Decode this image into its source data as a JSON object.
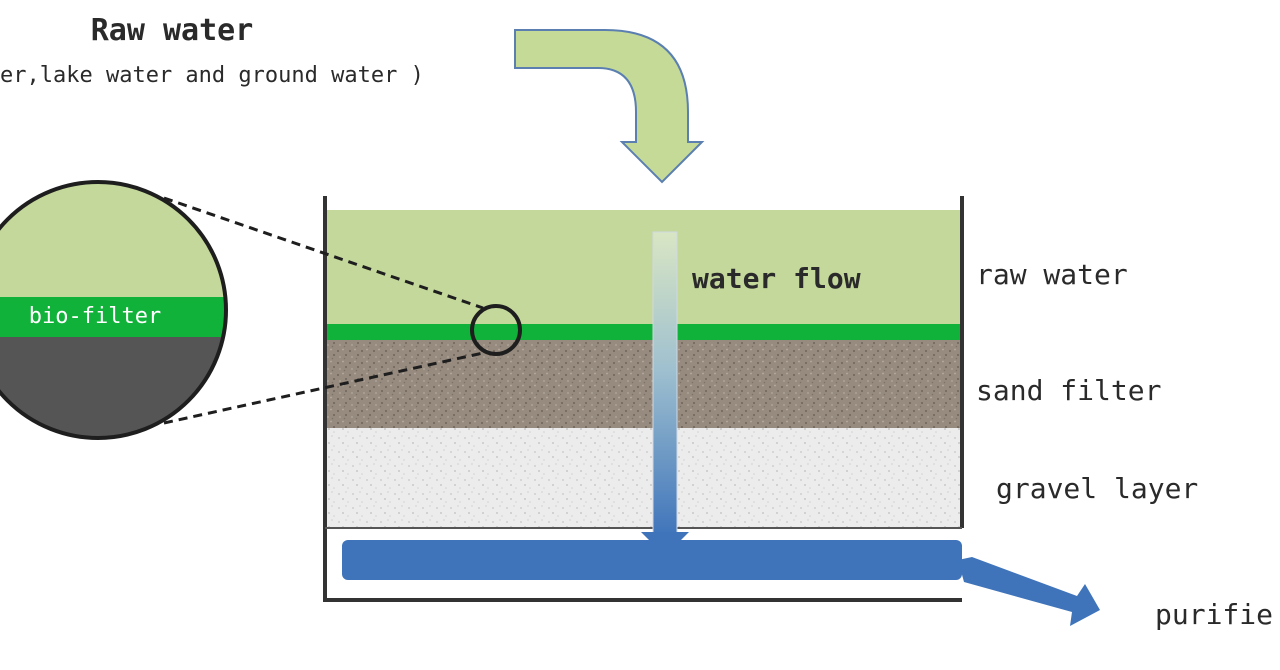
{
  "title": "Raw water",
  "subtitle": "er,lake water and ground water )",
  "layers": {
    "raw_water": "raw water",
    "sand_filter": "sand filter",
    "gravel_layer": "gravel layer"
  },
  "flow_label": "water flow",
  "inset_label": "bio-filter",
  "output_label": "purifie",
  "colors": {
    "raw_water": "#c3d89a",
    "bio_filter": "#10b23a",
    "sand": "#978b7f",
    "gravel": "#ececec",
    "collector": "#3f74bb",
    "inlet_arrow": "#c6da98",
    "inset_sand": "#555555"
  }
}
